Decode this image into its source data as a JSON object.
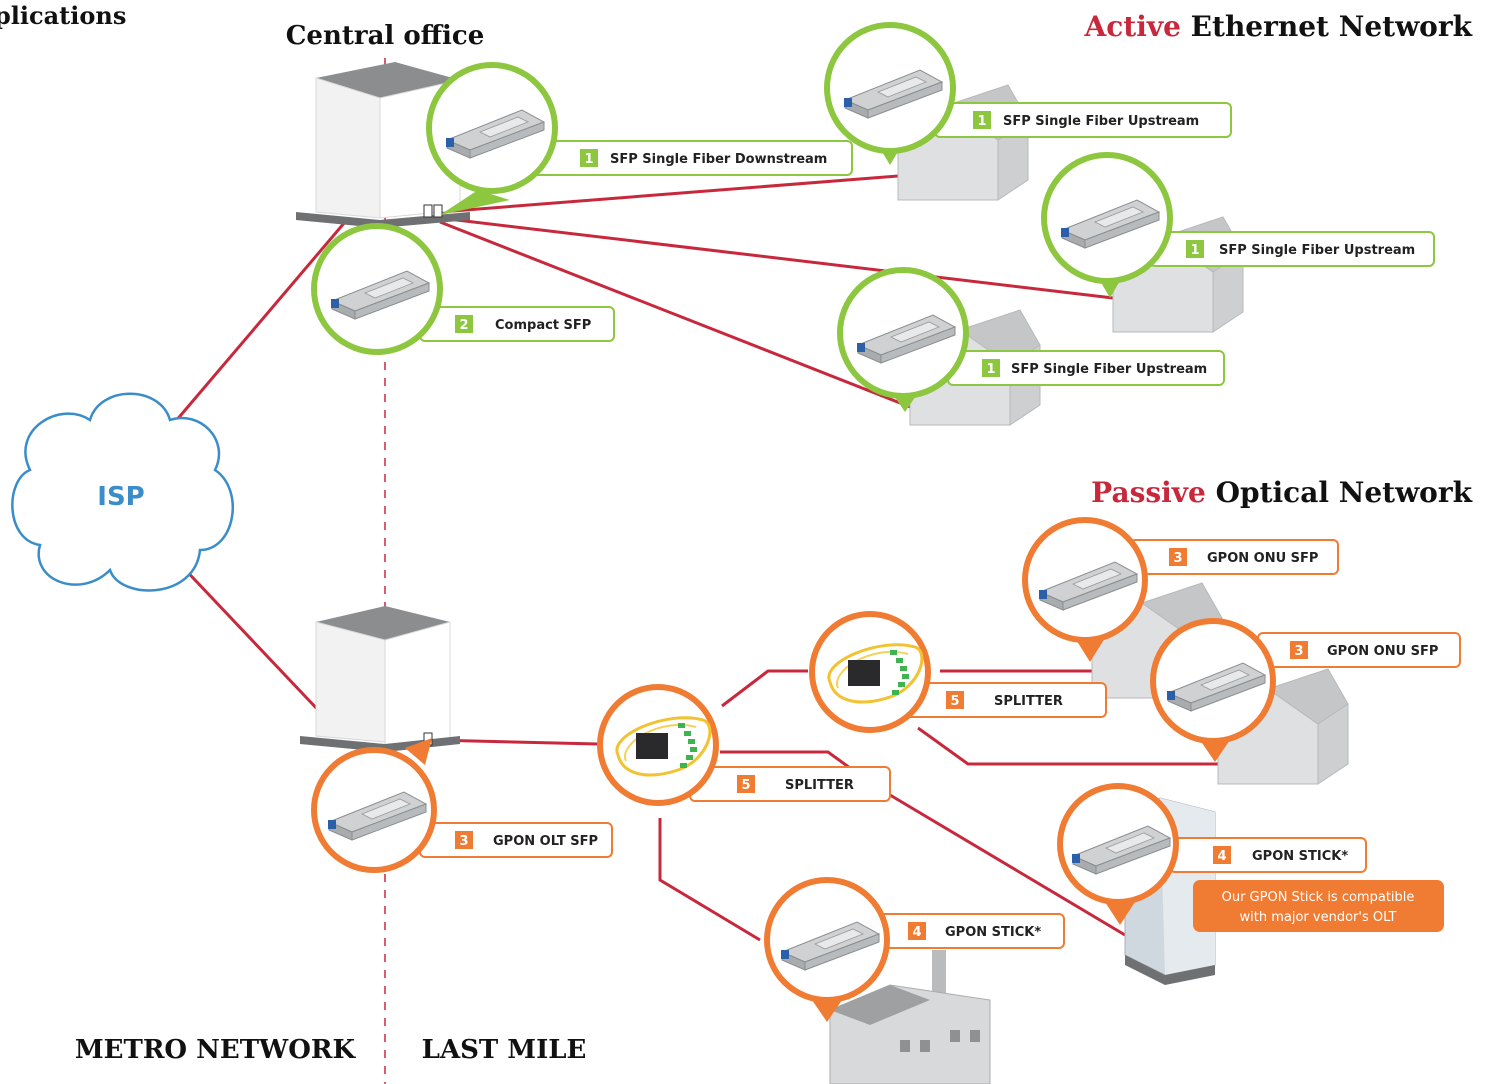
{
  "page": {
    "header_fragment": "plications",
    "central_office": "Central office",
    "metro_network": "METRO NETWORK",
    "last_mile": "LAST MILE"
  },
  "cloud": {
    "label": "ISP"
  },
  "active_section": {
    "accent": "Active",
    "rest": " Ethernet Network"
  },
  "passive_section": {
    "accent": "Passive",
    "rest": " Optical Network"
  },
  "callouts": {
    "sfp_downstream": {
      "num": "1",
      "label": "SFP Single Fiber Downstream"
    },
    "sfp_upstream_1": {
      "num": "1",
      "label": "SFP Single Fiber Upstream"
    },
    "sfp_upstream_2": {
      "num": "1",
      "label": "SFP Single Fiber Upstream"
    },
    "sfp_upstream_3": {
      "num": "1",
      "label": "SFP Single Fiber Upstream"
    },
    "compact_sfp": {
      "num": "2",
      "label": "Compact SFP"
    },
    "gpon_onu_1": {
      "num": "3",
      "label": "GPON ONU SFP"
    },
    "gpon_onu_2": {
      "num": "3",
      "label": "GPON ONU SFP"
    },
    "gpon_olt": {
      "num": "3",
      "label": "GPON OLT SFP"
    },
    "splitter_1": {
      "num": "5",
      "label": "SPLITTER"
    },
    "splitter_2": {
      "num": "5",
      "label": "SPLITTER"
    },
    "gpon_stick_factory": {
      "num": "4",
      "label": "GPON STICK*"
    },
    "gpon_stick_tower": {
      "num": "4",
      "label": "GPON STICK*"
    }
  },
  "note": {
    "line1": "Our GPON Stick is compatible",
    "line2": "with major vendor's OLT"
  },
  "colors": {
    "green": "#8DC63F",
    "orange": "#F07C33",
    "red": "#C8283C",
    "blue": "#3A8DC8",
    "line": "#C8283C"
  }
}
